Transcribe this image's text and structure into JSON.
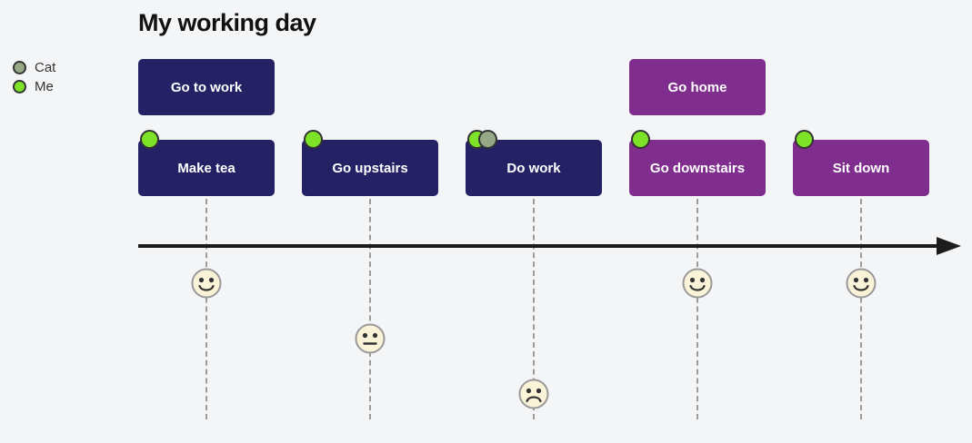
{
  "title": "My working day",
  "legend": {
    "items": [
      {
        "label": "Cat",
        "color": "#95a986"
      },
      {
        "label": "Me",
        "color": "#7de228"
      }
    ]
  },
  "sections": [
    {
      "label": "Go to work",
      "color": "#242265"
    },
    {
      "label": "Go home",
      "color": "#7f2e8d"
    }
  ],
  "tasks": [
    {
      "label": "Make tea",
      "section": "Go to work",
      "actors": [
        "Me"
      ],
      "face": "happy",
      "color": "#242265"
    },
    {
      "label": "Go upstairs",
      "section": "Go to work",
      "actors": [
        "Me"
      ],
      "face": "neutral",
      "color": "#242265"
    },
    {
      "label": "Do work",
      "section": "Go to work",
      "actors": [
        "Me",
        "Cat"
      ],
      "face": "sad",
      "color": "#242265"
    },
    {
      "label": "Go downstairs",
      "section": "Go home",
      "actors": [
        "Me"
      ],
      "face": "happy",
      "color": "#7f2e8d"
    },
    {
      "label": "Sit down",
      "section": "Go home",
      "actors": [
        "Me"
      ],
      "face": "happy",
      "color": "#7f2e8d"
    }
  ],
  "colors": {
    "background": "#f4f5f7",
    "actor_cat": "#95a986",
    "actor_me": "#7de228",
    "face_fill": "#faf3d8",
    "face_stroke": "#999999",
    "face_feature": "#333333",
    "dashed_line": "#9b9b9b",
    "arrow": "#1c1c1c"
  }
}
